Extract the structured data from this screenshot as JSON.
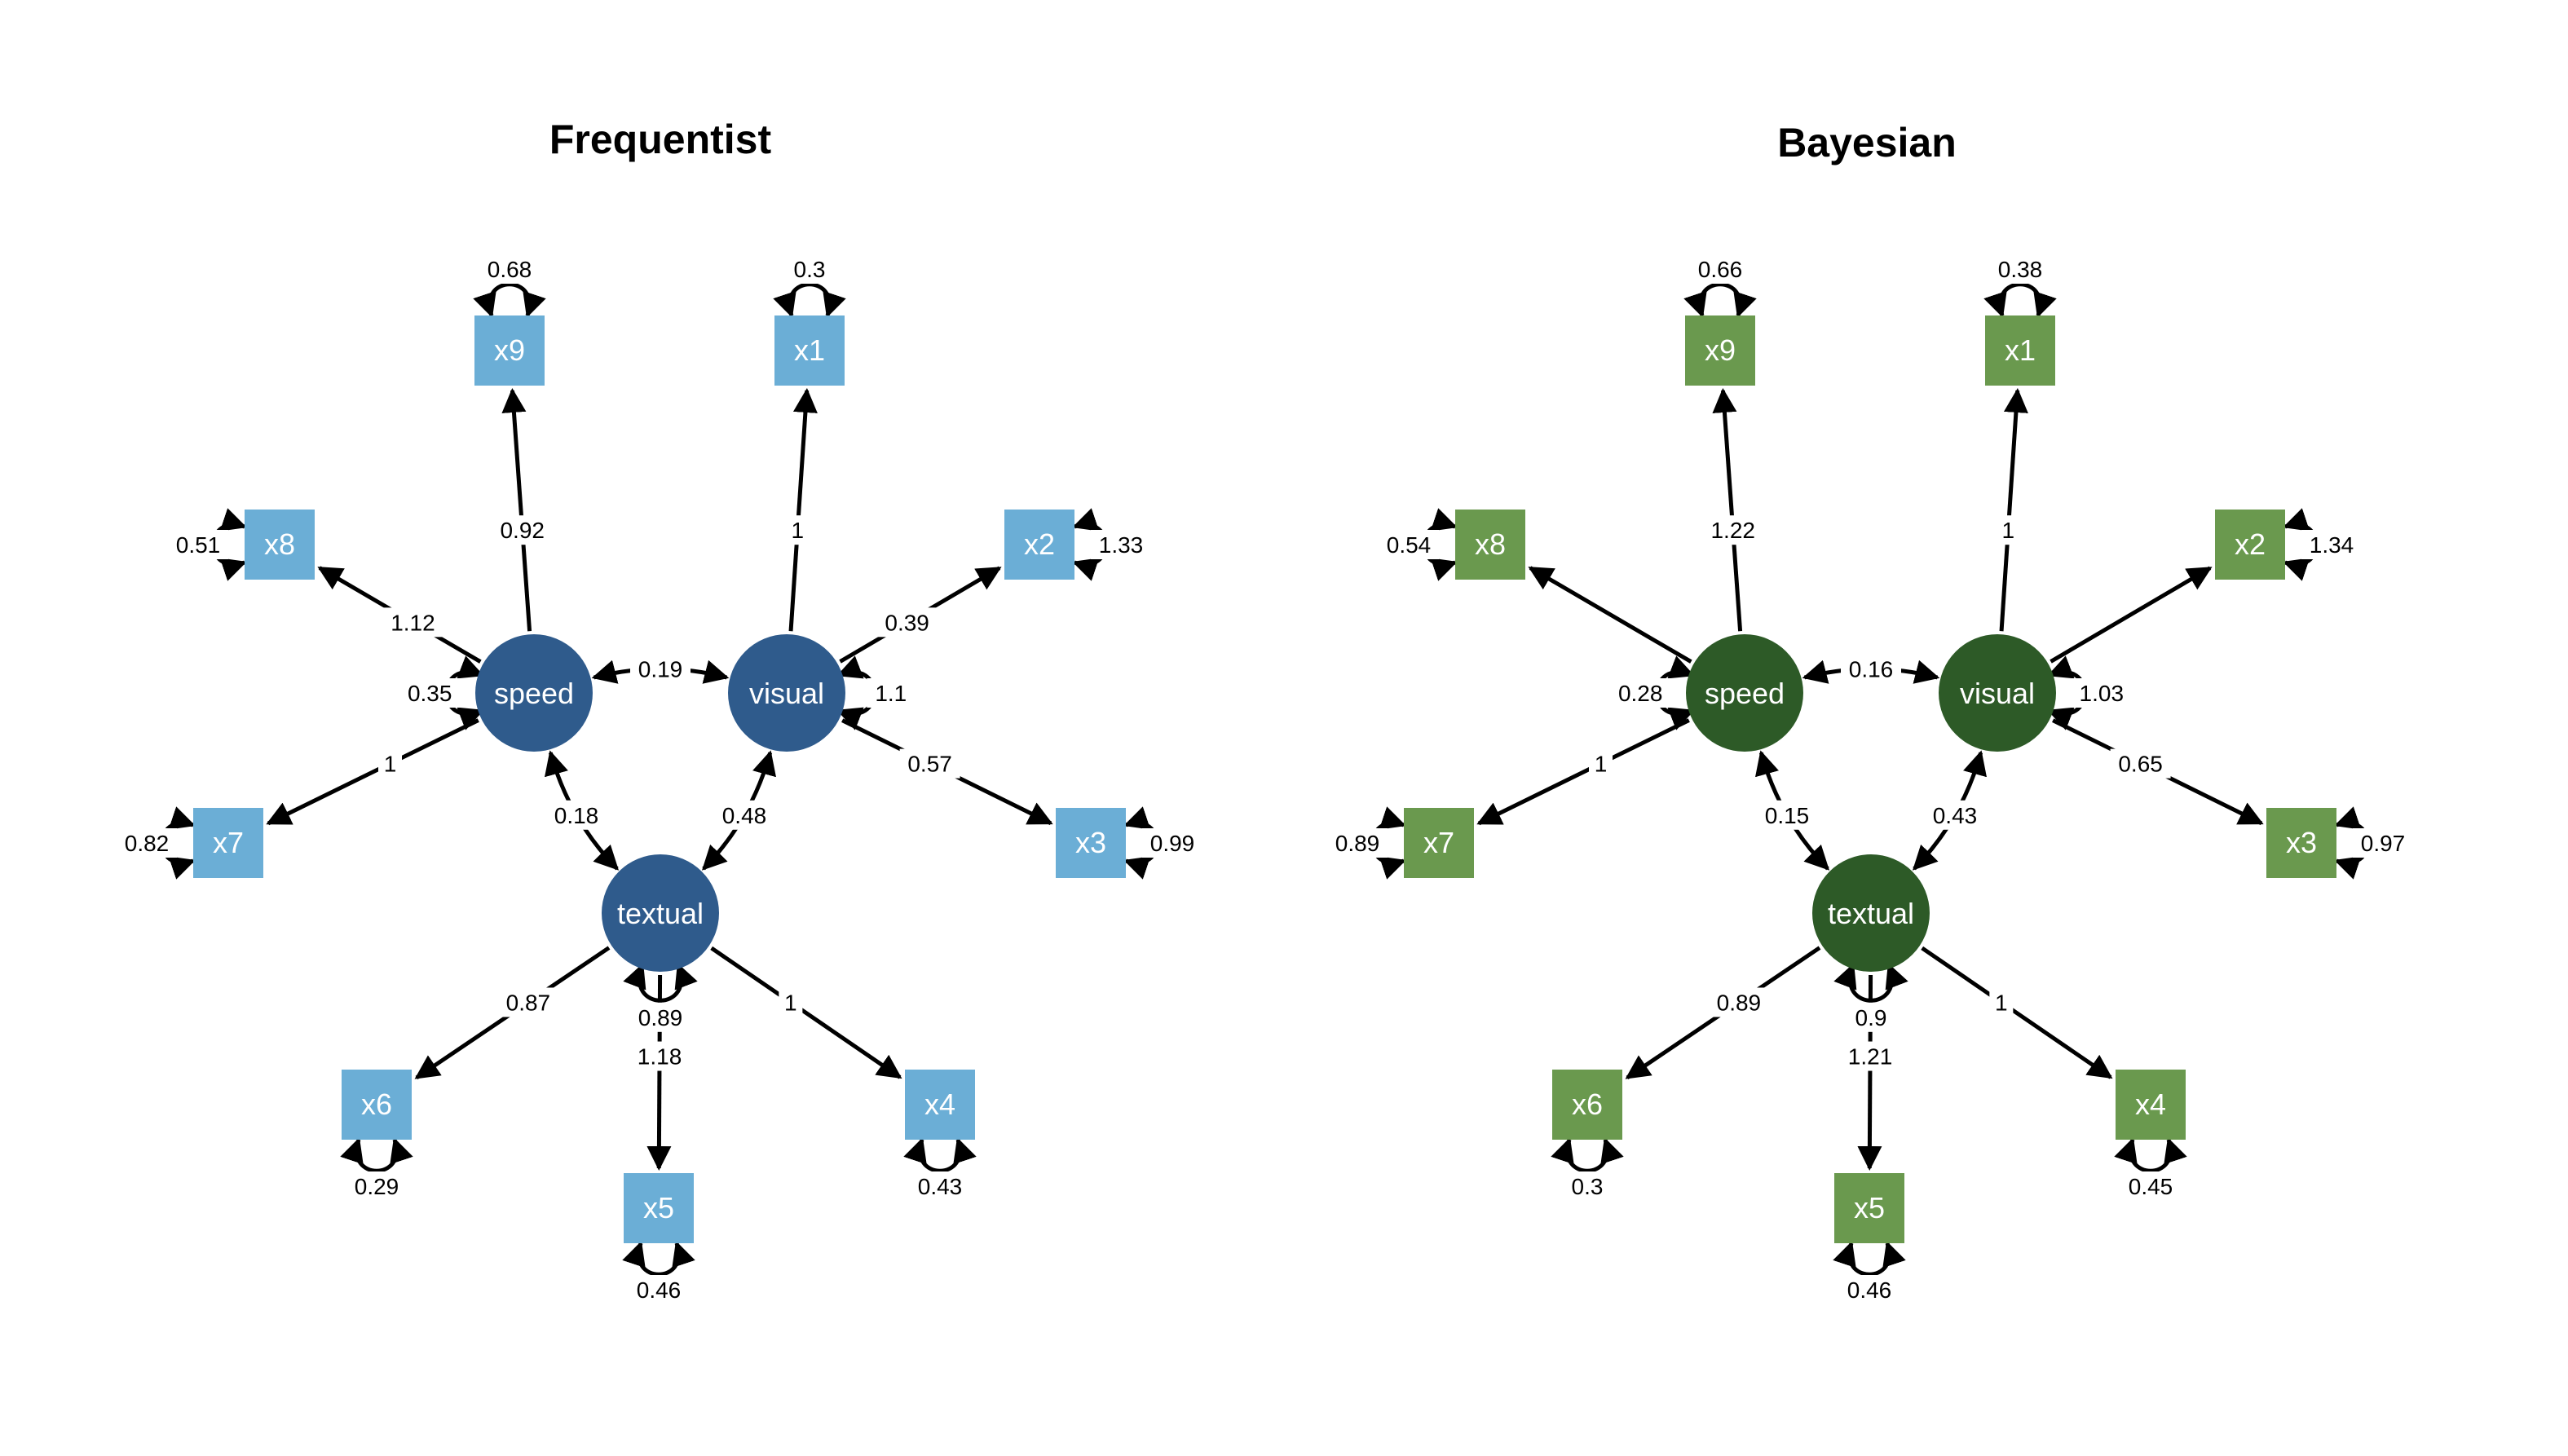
{
  "panels": [
    {
      "id": "frequentist",
      "title": "Frequentist",
      "colors": {
        "latent": "#2F5B8C",
        "manifest": "#6BAED6"
      },
      "latents": [
        {
          "name": "speed",
          "variance": "0.35"
        },
        {
          "name": "visual",
          "variance": "1.1"
        },
        {
          "name": "textual",
          "variance": "0.89"
        }
      ],
      "manifests": [
        {
          "name": "x1",
          "residual": "0.3"
        },
        {
          "name": "x2",
          "residual": "1.33"
        },
        {
          "name": "x3",
          "residual": "0.99"
        },
        {
          "name": "x4",
          "residual": "0.43"
        },
        {
          "name": "x5",
          "residual": "0.46"
        },
        {
          "name": "x6",
          "residual": "0.29"
        },
        {
          "name": "x7",
          "residual": "0.82"
        },
        {
          "name": "x8",
          "residual": "0.51"
        },
        {
          "name": "x9",
          "residual": "0.68"
        }
      ],
      "loadings": [
        {
          "from": "visual",
          "to": "x1",
          "label": "1"
        },
        {
          "from": "visual",
          "to": "x2",
          "label": "0.39"
        },
        {
          "from": "visual",
          "to": "x3",
          "label": "0.57"
        },
        {
          "from": "textual",
          "to": "x4",
          "label": "1"
        },
        {
          "from": "textual",
          "to": "x5",
          "label": "1.18"
        },
        {
          "from": "textual",
          "to": "x6",
          "label": "0.87"
        },
        {
          "from": "speed",
          "to": "x7",
          "label": "1"
        },
        {
          "from": "speed",
          "to": "x8",
          "label": "1.12"
        },
        {
          "from": "speed",
          "to": "x9",
          "label": "0.92"
        }
      ],
      "covariances": [
        {
          "a": "speed",
          "b": "visual",
          "label": "0.19"
        },
        {
          "a": "speed",
          "b": "textual",
          "label": "0.18"
        },
        {
          "a": "visual",
          "b": "textual",
          "label": "0.48"
        }
      ]
    },
    {
      "id": "bayesian",
      "title": "Bayesian",
      "colors": {
        "latent": "#2D5A27",
        "manifest": "#6A994E"
      },
      "latents": [
        {
          "name": "speed",
          "variance": "0.28"
        },
        {
          "name": "visual",
          "variance": "1.03"
        },
        {
          "name": "textual",
          "variance": "0.9"
        }
      ],
      "manifests": [
        {
          "name": "x1",
          "residual": "0.38"
        },
        {
          "name": "x2",
          "residual": "1.34"
        },
        {
          "name": "x3",
          "residual": "0.97"
        },
        {
          "name": "x4",
          "residual": "0.45"
        },
        {
          "name": "x5",
          "residual": "0.46"
        },
        {
          "name": "x6",
          "residual": "0.3"
        },
        {
          "name": "x7",
          "residual": "0.89"
        },
        {
          "name": "x8",
          "residual": "0.54"
        },
        {
          "name": "x9",
          "residual": "0.66"
        }
      ],
      "loadings": [
        {
          "from": "visual",
          "to": "x1",
          "label": "1"
        },
        {
          "from": "visual",
          "to": "x2",
          "label": ""
        },
        {
          "from": "visual",
          "to": "x3",
          "label": "0.65"
        },
        {
          "from": "textual",
          "to": "x4",
          "label": "1"
        },
        {
          "from": "textual",
          "to": "x5",
          "label": "1.21"
        },
        {
          "from": "textual",
          "to": "x6",
          "label": "0.89"
        },
        {
          "from": "speed",
          "to": "x7",
          "label": "1"
        },
        {
          "from": "speed",
          "to": "x8",
          "label": ""
        },
        {
          "from": "speed",
          "to": "x9",
          "label": "1.22"
        }
      ],
      "covariances": [
        {
          "a": "speed",
          "b": "visual",
          "label": "0.16"
        },
        {
          "a": "speed",
          "b": "textual",
          "label": "0.15"
        },
        {
          "a": "visual",
          "b": "textual",
          "label": "0.43"
        }
      ]
    }
  ]
}
